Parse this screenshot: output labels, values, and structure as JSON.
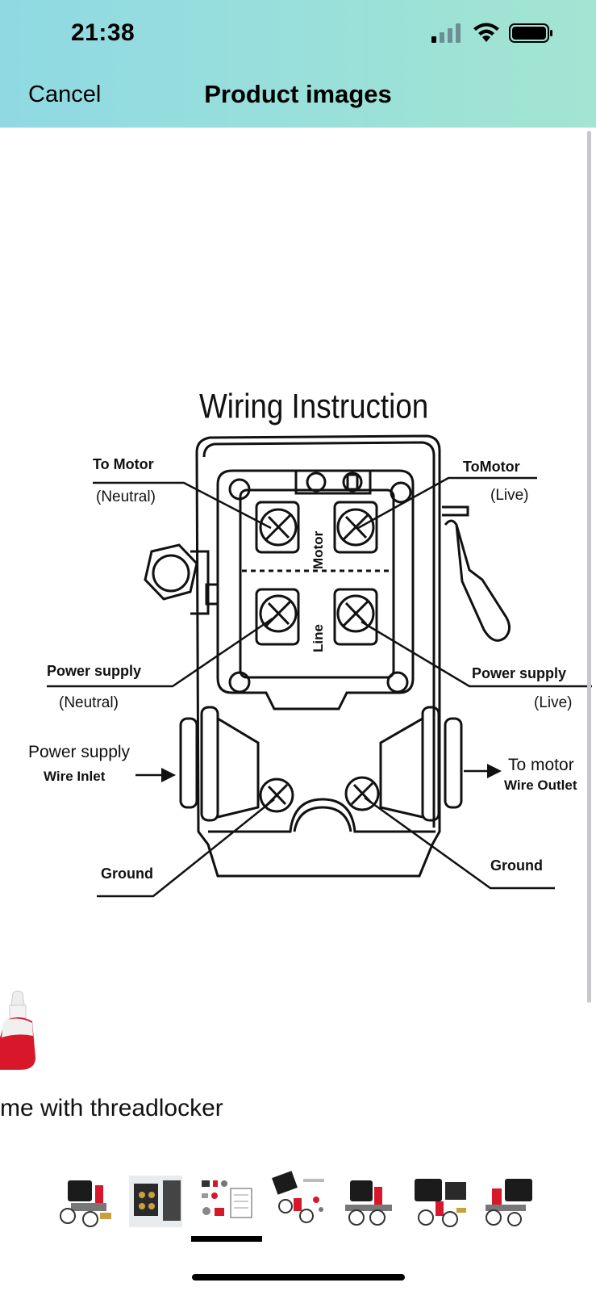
{
  "status_bar": {
    "time": "21:38"
  },
  "header": {
    "cancel_label": "Cancel",
    "title": "Product images"
  },
  "image": {
    "title": "Wiring Instruction",
    "labels": {
      "to_motor_left": "To  Motor",
      "neutral_left": "(Neutral)",
      "to_motor_right": "ToMotor",
      "live_right": "(Live)",
      "motor": "Motor",
      "line": "Line",
      "power_supply_left": "Power  supply",
      "neutral_left_2": "(Neutral)",
      "power_supply_right": "Power  supply",
      "live_right_2": "(Live)",
      "power_supply_inlet": "Power  supply",
      "wire_inlet": "Wire Inlet",
      "to_motor_outlet": "To  motor",
      "wire_outlet": "Wire Outlet",
      "ground_left": "Ground",
      "ground_right": "Ground"
    }
  },
  "next_image_partial_text": "me with threadlocker",
  "thumbnails": [
    {
      "icon": "pressure-switch-gauges-thumbnail"
    },
    {
      "icon": "switch-open-box-thumbnail"
    },
    {
      "icon": "parts-diagram-thumbnail"
    },
    {
      "icon": "extra-spare-parts-thumbnail"
    },
    {
      "icon": "pressure-switch-front-thumbnail"
    },
    {
      "icon": "pressure-switch-side-thumbnail"
    },
    {
      "icon": "pressure-switch-angle-thumbnail"
    }
  ],
  "selected_thumbnail_index": 2,
  "colors": {
    "header_gradient_start": "#8fd9e3",
    "header_gradient_end": "#a3e5d2",
    "accent_red": "#d7182a"
  }
}
